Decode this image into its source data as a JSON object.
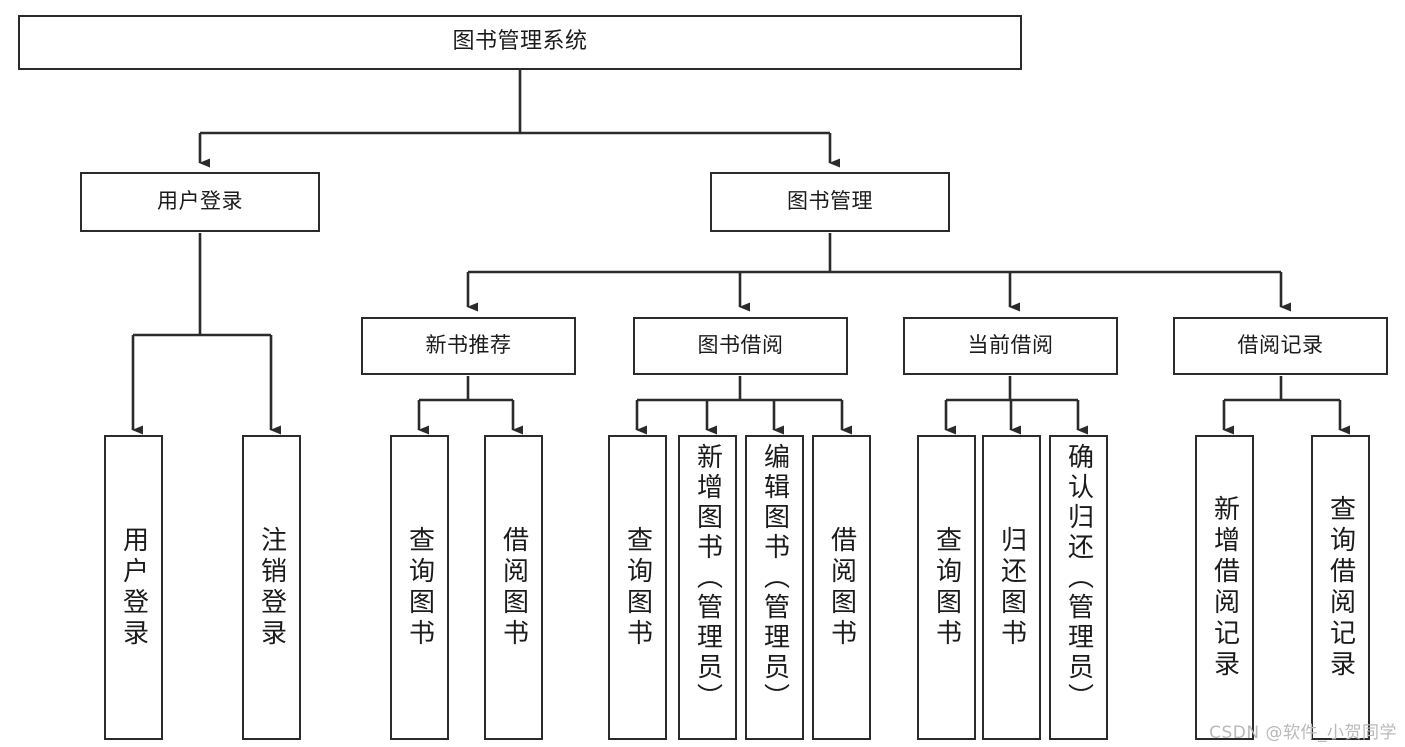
{
  "diagram": {
    "title": "图书管理系统",
    "watermark": "CSDN @软件_小贺同学",
    "colors": {
      "stroke": "#2b2b2b",
      "fill": "#ffffff",
      "text": "#1b1b1b",
      "watermark": "#b9b9b9"
    },
    "nodes": {
      "root": {
        "label": "图书管理系统"
      },
      "level2": [
        {
          "label": "用户登录"
        },
        {
          "label": "图书管理"
        }
      ],
      "level3": [
        {
          "label": "新书推荐"
        },
        {
          "label": "图书借阅"
        },
        {
          "label": "当前借阅"
        },
        {
          "label": "借阅记录"
        }
      ],
      "leaves_user_login": [
        {
          "label": "用户登录"
        },
        {
          "label": "注销登录"
        }
      ],
      "leaves_new_books": [
        {
          "label": "查询图书"
        },
        {
          "label": "借阅图书"
        }
      ],
      "leaves_borrow": [
        {
          "label": "查询图书"
        },
        {
          "label": "新增图书（管理员）"
        },
        {
          "label": "编辑图书（管理员）"
        },
        {
          "label": "借阅图书"
        }
      ],
      "leaves_current": [
        {
          "label": "查询图书"
        },
        {
          "label": "归还图书"
        },
        {
          "label": "确认归还（管理员）"
        }
      ],
      "leaves_records": [
        {
          "label": "新增借阅记录"
        },
        {
          "label": "查询借阅记录"
        }
      ]
    }
  }
}
